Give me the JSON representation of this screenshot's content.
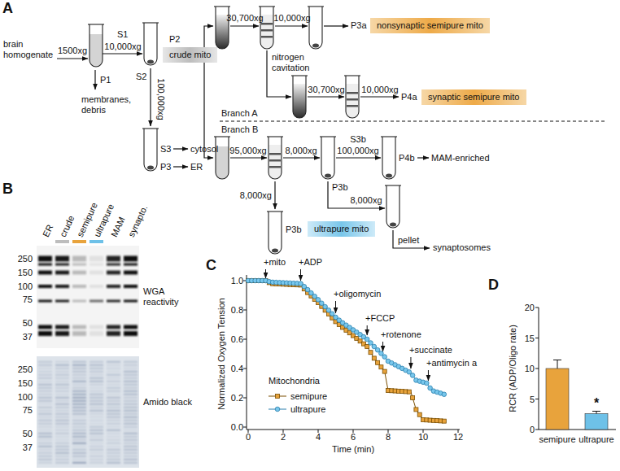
{
  "diagram": {
    "nodes": [
      {
        "text": [
          "crude mito"
        ]
      },
      {
        "text": [
          "nonsynaptic semipure mito"
        ]
      },
      {
        "text": [
          "synaptic semipure mito"
        ]
      },
      {
        "text": [
          "ultrapure mito"
        ]
      }
    ],
    "labels": [
      "A",
      "brain homogenate",
      "1500xg",
      "S1",
      "10,000xg",
      "P1",
      "membranes, debris",
      "P2",
      "S2",
      "100,000xg",
      "S3",
      "cytosol",
      "P3",
      "ER",
      "30,700xg",
      "10,000xg",
      "P3a",
      "nitrogen cavitation",
      "30,700xg",
      "10,000xg",
      "P4a",
      "Branch A",
      "Branch B",
      "95,000xg",
      "8,000xg",
      "S3b",
      "100,000xg",
      "P4b",
      "MAM-enriched",
      "8,000xg",
      "P3b",
      "P3b",
      "8,000xg",
      "pellet",
      "synaptosomes",
      "B",
      "ER",
      "crude",
      "semipure",
      "ultrapure",
      "MAM",
      "synapto.",
      "250",
      "150",
      "100",
      "75",
      "50",
      "37",
      "WGA reactivity",
      "250",
      "150",
      "100",
      "75",
      "50",
      "37",
      "Amido black",
      "C",
      "+mito",
      "+ADP",
      "+oligomycin",
      "+FCCP",
      "+rotenone",
      "+succinate",
      "+antimycin a",
      "Mitochondria",
      "Normalized Oxygen Tension",
      "1.0",
      "0.8",
      "0.6",
      "0.4",
      "0.2",
      "0.0",
      "0",
      "2",
      "4",
      "6",
      "8",
      "10",
      "12",
      "Time (min)",
      "D",
      "RCR (ADP/Oligo rate)",
      "20",
      "15",
      "10",
      "5",
      "0",
      "semipure",
      "ultrapure",
      "*"
    ],
    "legend": [
      {
        "text": "semipure"
      },
      {
        "text": "ultrapure"
      }
    ]
  }
}
